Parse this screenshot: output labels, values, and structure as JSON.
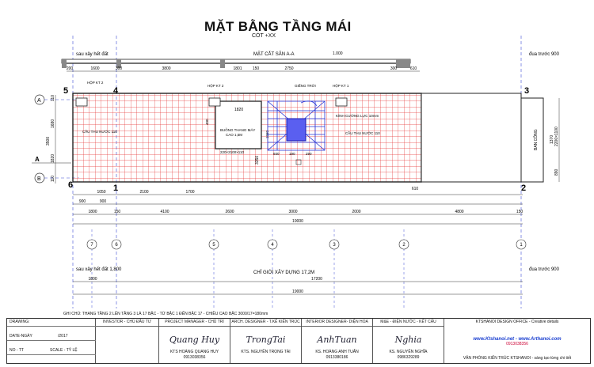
{
  "header": {
    "title": "MẶT BẰNG TẦNG MÁI",
    "subtitle": "CÓT +XX"
  },
  "section": {
    "label": "MẶT CẮT SÂN A-A",
    "level": "1.000",
    "left_note": "sau xây hết đất",
    "right_note": "đua trước 900"
  },
  "top_dims": {
    "row1": [
      "200",
      "1600",
      "300",
      "3800",
      "1801",
      "150",
      "2750",
      "300",
      "610"
    ]
  },
  "axes": {
    "left_num": "5",
    "mid_num": "4",
    "right_num": "3",
    "bottom_left": "6",
    "bottom_mid": "1",
    "bottom_right": "2",
    "row_a": "A",
    "row_b": "B"
  },
  "left_dims": [
    "110",
    "1680",
    "3500",
    "1820",
    "110"
  ],
  "right_dims": [
    "2200×1100",
    "1370",
    "890"
  ],
  "plan_labels": {
    "hop_kt1": "HỘP KT 2",
    "hop_kt2": "HỘP KT 2",
    "gieng_troi": "GIẾNG TRỜI",
    "hop_kt3": "HỘP KT 1",
    "stair": "BUỒNG THANG MÁY",
    "stair_h": "CAO 1,5M",
    "stair_w": "1820",
    "stair_dim": "220×2100×110",
    "lift_dims": [
      "400",
      "1960",
      "1400"
    ],
    "kinh": "KÍNH CƯỜNG LỰC 10mm",
    "cau_thu_l": "CẦU THU NƯỚC 110",
    "cau_thu_r": "CẦU THU NƯỚC 110",
    "ban_cong": "BAN CÔNG",
    "dim_3350": "3350",
    "dims_930": [
      "930",
      "190",
      "290"
    ]
  },
  "bottom_dims": {
    "row1": [
      "1050",
      "2100",
      "1700",
      "610"
    ],
    "row2": [
      "900",
      "900"
    ],
    "row3": [
      "1800",
      "150",
      "4100",
      "2600",
      "3000",
      "2000",
      "4800",
      "150"
    ],
    "total": "19000"
  },
  "axis_grid": [
    "7",
    "6",
    "5",
    "4",
    "3",
    "2",
    "1"
  ],
  "lower_section": {
    "left_note": "sau xây hết đất 1,800",
    "right_note": "đua trước 900",
    "label": "CHỈ GIỚI XÂY DỰNG 17,2M",
    "dims": [
      "1800",
      "17200"
    ],
    "total": "19000"
  },
  "note": "GHI CHÚ: THANG TẦNG 2 LÊN TẦNG 3 LÀ 17 BẬC - TỪ BẬC 1 ĐẾN BẬC 17 - CHIỀU CAO BẬC 3000/17=180mm",
  "title_block": {
    "drawing": "DRAWING:",
    "date_label": "DATE-NGÀY",
    "date": "/2017",
    "no": "NO - TT",
    "scale": "SCALE - TỶ LỆ",
    "investor": "INVESTOR - CHỦ ĐẦU TƯ",
    "pm": {
      "head": "PROJECT MANAGER - CHỦ TRÌ",
      "name": "KTS HOÀNG QUANG HUY",
      "phone": "0913038356"
    },
    "arch": {
      "head": "ARCH. DESIGNER - T.KẾ KIẾN TRÚC",
      "name": "KTS. NGUYỄN TRỌNG TÀI"
    },
    "interior": {
      "head": "INTERIOR DESIGNER- DIỆN HOA",
      "name": "KS. HOÀNG ANH TUẤN",
      "phone": "0913380186"
    },
    "mep": {
      "head": "M&E - ĐIỆN NƯỚC - KẾT CẤU",
      "name": "KS. NGUYỄN NGHĨA",
      "phone": "0986329289"
    },
    "office": {
      "head": "KTSHANOI DESIGN OFFICE - Creative details",
      "web": "www.Ktshanoi.net - www.Arthanoi.com",
      "phone": "0913038356",
      "foot": "VĂN PHÒNG KIẾN TRÚC KTSHANOI - sáng tạo từng chi tiết"
    }
  }
}
